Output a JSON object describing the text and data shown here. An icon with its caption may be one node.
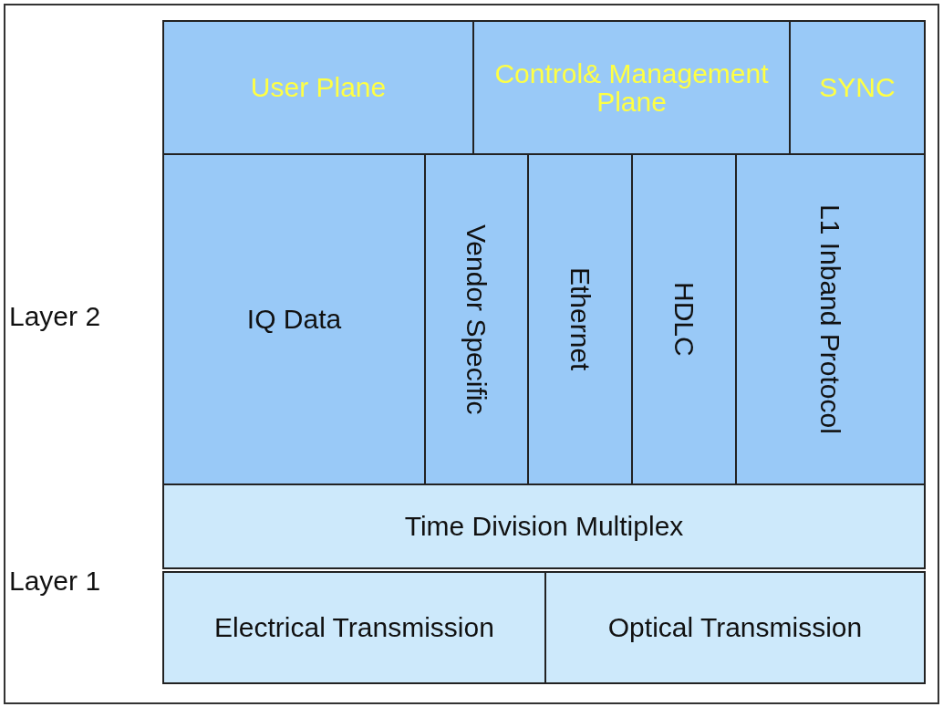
{
  "diagram": {
    "nodes": [
      {
        "text": [
          "User Plane"
        ]
      },
      {
        "text": [
          "Control& Management Plane"
        ]
      },
      {
        "text": [
          "SYNC"
        ]
      },
      {
        "text": [
          "IQ Data"
        ]
      },
      {
        "text": [
          "Vendor Specific"
        ]
      },
      {
        "text": [
          "Ethernet"
        ]
      },
      {
        "text": [
          "HDLC"
        ]
      },
      {
        "text": [
          "L1 Inband Protocol"
        ]
      },
      {
        "text": [
          "Time Division Multiplex"
        ]
      },
      {
        "text": [
          "Electrical Transmission"
        ]
      },
      {
        "text": [
          "Optical Transmission"
        ]
      }
    ],
    "labels": [
      "Layer 2",
      "Layer 1"
    ]
  }
}
